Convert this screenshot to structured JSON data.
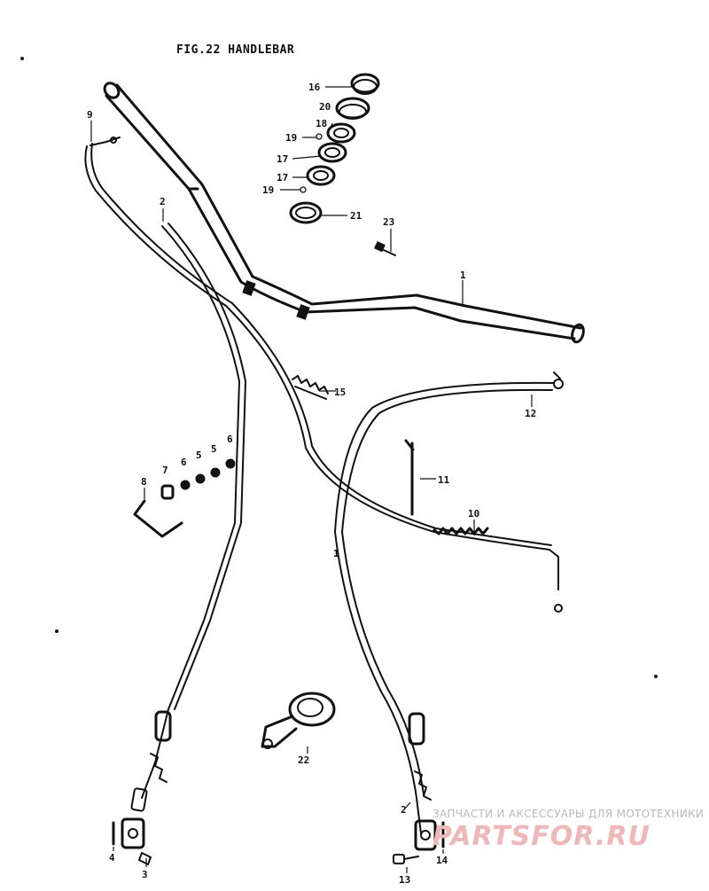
{
  "title": "FIG.22  HANDLEBAR",
  "watermark": {
    "tagline": "ЗАПЧАСТИ И АКСЕССУАРЫ ДЛЯ МОТОТЕХНИКИ",
    "logo": "PARTSFOR.RU"
  },
  "callouts": {
    "c1": "1",
    "c1b": "1",
    "c2": "2",
    "c2b": "2",
    "c3": "3",
    "c4": "4",
    "c5a": "5",
    "c5b": "5",
    "c6a": "6",
    "c6b": "6",
    "c7": "7",
    "c8": "8",
    "c9": "9",
    "c10": "10",
    "c11": "11",
    "c12": "12",
    "c13": "13",
    "c14": "14",
    "c15": "15",
    "c16": "16",
    "c17a": "17",
    "c17b": "17",
    "c18": "18",
    "c19a": "19",
    "c19b": "19",
    "c20": "20",
    "c21": "21",
    "c22": "22",
    "c23": "23"
  }
}
